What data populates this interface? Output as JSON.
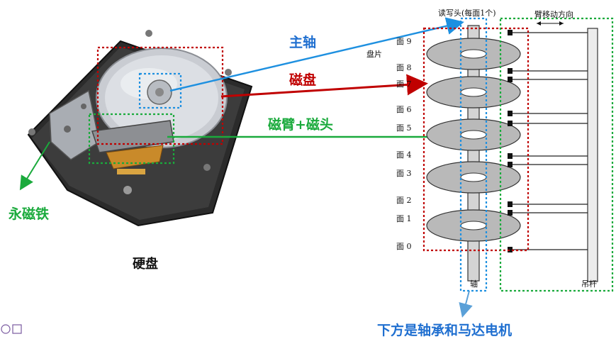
{
  "slide": {
    "labels": {
      "spindle": "主轴",
      "platter": "磁盘",
      "arm_head": "磁臂+磁头",
      "magnet": "永磁铁",
      "hdd_caption": "硬盘",
      "bottom_note": "下方是轴承和马达电机"
    },
    "schematic": {
      "head_label": "读写头(每面1个)",
      "arm_direction": "臂移动方向",
      "platter_label": "盘片",
      "surfaces": [
        "面 9",
        "面 8",
        "面 7",
        "面 6",
        "面 5",
        "面 4",
        "面 3",
        "面 2",
        "面 1",
        "面 0"
      ],
      "axis_label": "轴",
      "hanger_label": "吊杆"
    },
    "colors": {
      "blue": "#1e90e0",
      "red": "#c00000",
      "green": "#1aaa3c",
      "blue_text": "#1f6fd0",
      "red_text": "#c00000",
      "green_text": "#1aaa3c"
    }
  }
}
